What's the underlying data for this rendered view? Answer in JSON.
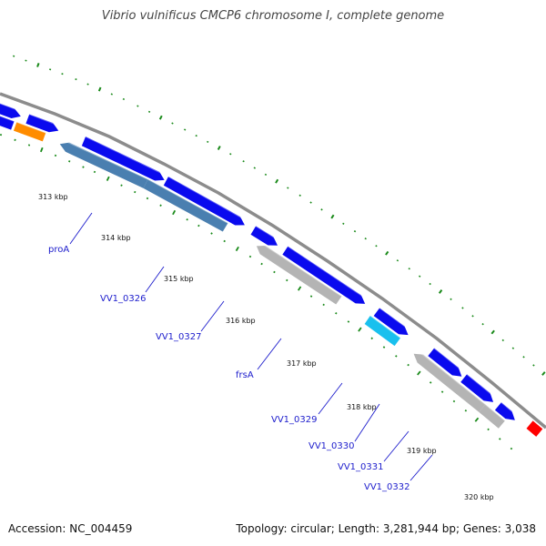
{
  "header": {
    "title": "Vibrio vulnificus CMCP6 chromosome I, complete genome"
  },
  "footer": {
    "accession": "Accession: NC_004459",
    "topology": "Topology: circular; Length: 3,281,944 bp; Genes: 3,038"
  },
  "scale": {
    "labels": [
      "313 kbp",
      "314 kbp",
      "315 kbp",
      "316 kbp",
      "317 kbp",
      "318 kbp",
      "319 kbp",
      "320 kbp"
    ]
  },
  "gene_labels": [
    "proA",
    "VV1_0326",
    "VV1_0327",
    "frsA",
    "VV1_0329",
    "VV1_0330",
    "VV1_0331",
    "VV1_0332"
  ],
  "colors": {
    "forward_cds": "#0a0aee",
    "reverse_steel": "#4a7fb0",
    "reverse_gray": "#b4b4b4",
    "cyan_cds": "#19c0ee",
    "orange_cds": "#ff8c00",
    "red_cds": "#ff0000",
    "backbone": "#909090",
    "tick": "#1a8a1a",
    "label_blue": "#1c1ccc"
  }
}
